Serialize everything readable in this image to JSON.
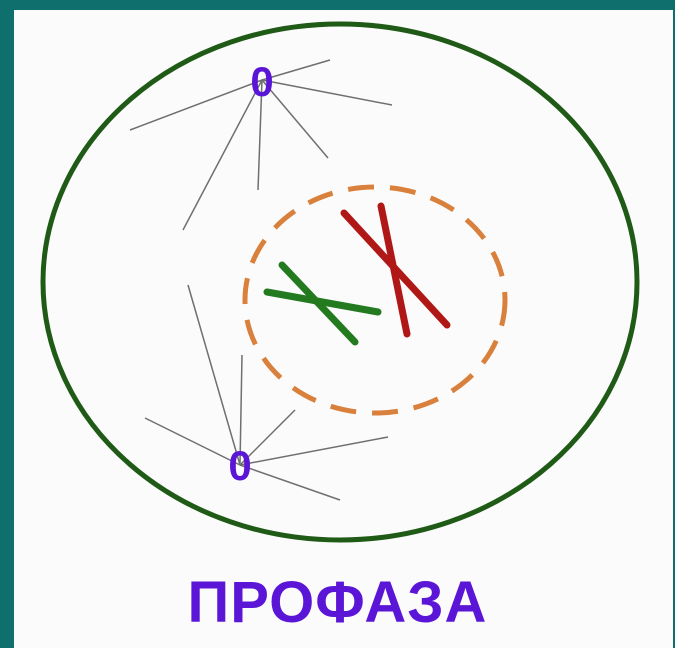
{
  "title": "ПРОФАЗА",
  "colors": {
    "background_frame": "#0e6f6c",
    "panel": "#fbfbfb",
    "cell_membrane": "#1f5a16",
    "nuclear_envelope": "#d9813c",
    "chromosome_green": "#237a1f",
    "chromosome_red": "#b01818",
    "centriole": "#5b15d6",
    "spindle_fibers": "#6f6f6f",
    "title": "#5b15d6"
  },
  "labels": {
    "centriole_top": "0",
    "centriole_bottom": "0"
  }
}
